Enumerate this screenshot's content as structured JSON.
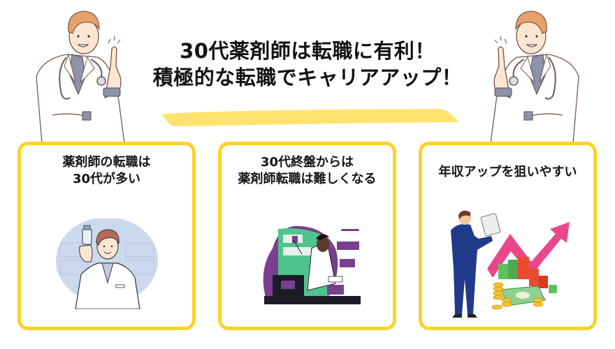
{
  "headline": {
    "line1": "30代薬剤師は転職に有利！",
    "line2": "積極的な転職でキャリアアップ！"
  },
  "colors": {
    "card_border": "#FCD227",
    "highlight": "#FFE36E",
    "text": "#151515"
  },
  "decorations": {
    "left": "doctor-pointing-up-illustration",
    "right": "doctor-pointing-up-illustration"
  },
  "cards": [
    {
      "title_line1": "薬剤師の転職は",
      "title_line2": "30代が多い",
      "illustration": "pharmacist-holding-bottle-illustration"
    },
    {
      "title_line1": "30代終盤からは",
      "title_line2": "薬剤師転職は難しくなる",
      "illustration": "pharmacist-at-counter-illustration"
    },
    {
      "title_line1": "年収アップを狙いやすい",
      "illustration": "businessman-rising-chart-illustration"
    }
  ]
}
